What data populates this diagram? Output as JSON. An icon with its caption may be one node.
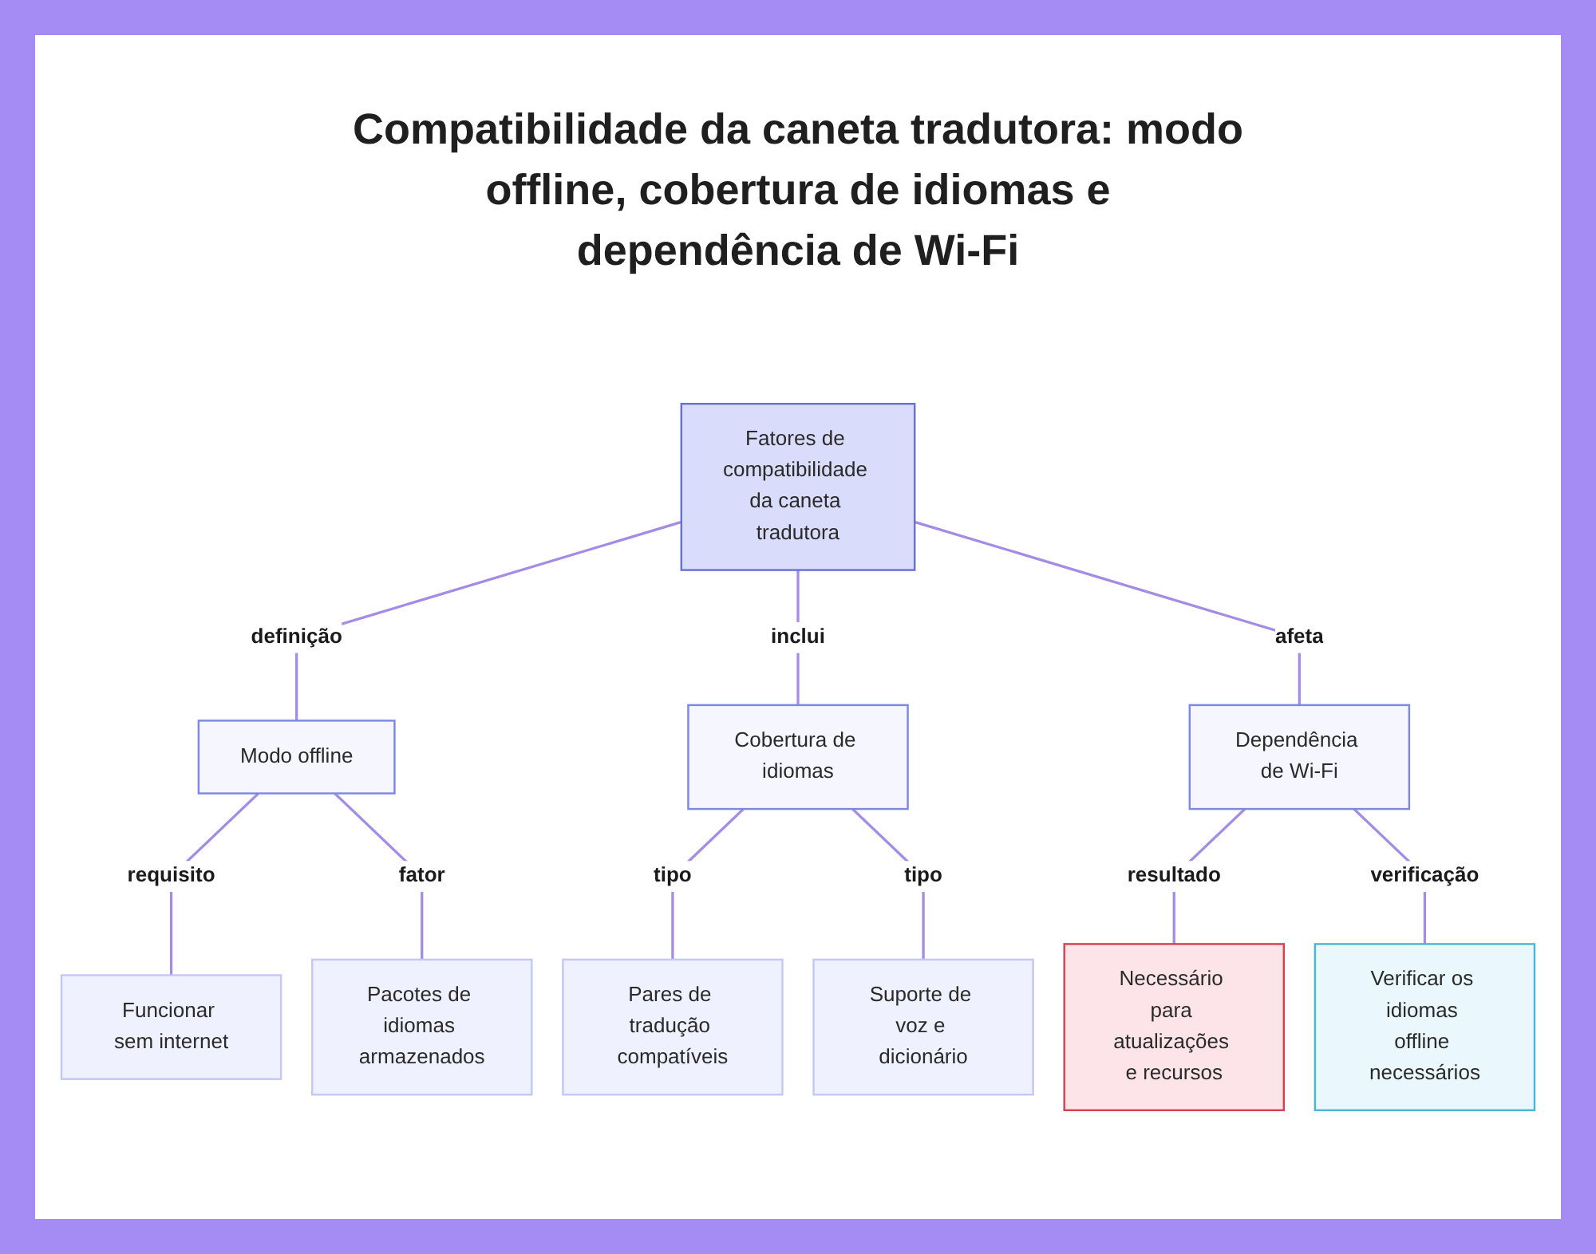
{
  "diagram": {
    "title": "Compatibilidade da caneta tradutora: modo offline, cobertura de idiomas e dependência de Wi-Fi",
    "nodes": [
      {
        "text": [
          "Fatores de compatibilidade da caneta tradutora"
        ]
      },
      {
        "text": [
          "Modo offline"
        ]
      },
      {
        "text": [
          "Funcionar sem internet"
        ]
      },
      {
        "text": [
          "Pacotes de idiomas armazenados"
        ]
      },
      {
        "text": [
          "Cobertura de idiomas"
        ]
      },
      {
        "text": [
          "Pares de tradução compatíveis"
        ]
      },
      {
        "text": [
          "Suporte de voz e dicionário"
        ]
      },
      {
        "text": [
          "Dependência de Wi-Fi"
        ]
      },
      {
        "text": [
          "Necessário para atualizações e recursos"
        ]
      },
      {
        "text": [
          "Verificar os idiomas offline necessários"
        ]
      }
    ],
    "edges": [
      {
        "from": 0,
        "to": 1,
        "arrow": "none",
        "label": "definição"
      },
      {
        "from": 0,
        "to": 4,
        "arrow": "none",
        "label": "inclui"
      },
      {
        "from": 0,
        "to": 7,
        "arrow": "none",
        "label": "afeta"
      },
      {
        "from": 1,
        "to": 2,
        "arrow": "none",
        "label": "requisito"
      },
      {
        "from": 1,
        "to": 3,
        "arrow": "none",
        "label": "fator"
      },
      {
        "from": 4,
        "to": 5,
        "arrow": "none",
        "label": "tipo"
      },
      {
        "from": 4,
        "to": 6,
        "arrow": "none",
        "label": "tipo"
      },
      {
        "from": 7,
        "to": 8,
        "arrow": "none",
        "label": "resultado"
      },
      {
        "from": 7,
        "to": 9,
        "arrow": "none",
        "label": "verificação"
      }
    ]
  }
}
